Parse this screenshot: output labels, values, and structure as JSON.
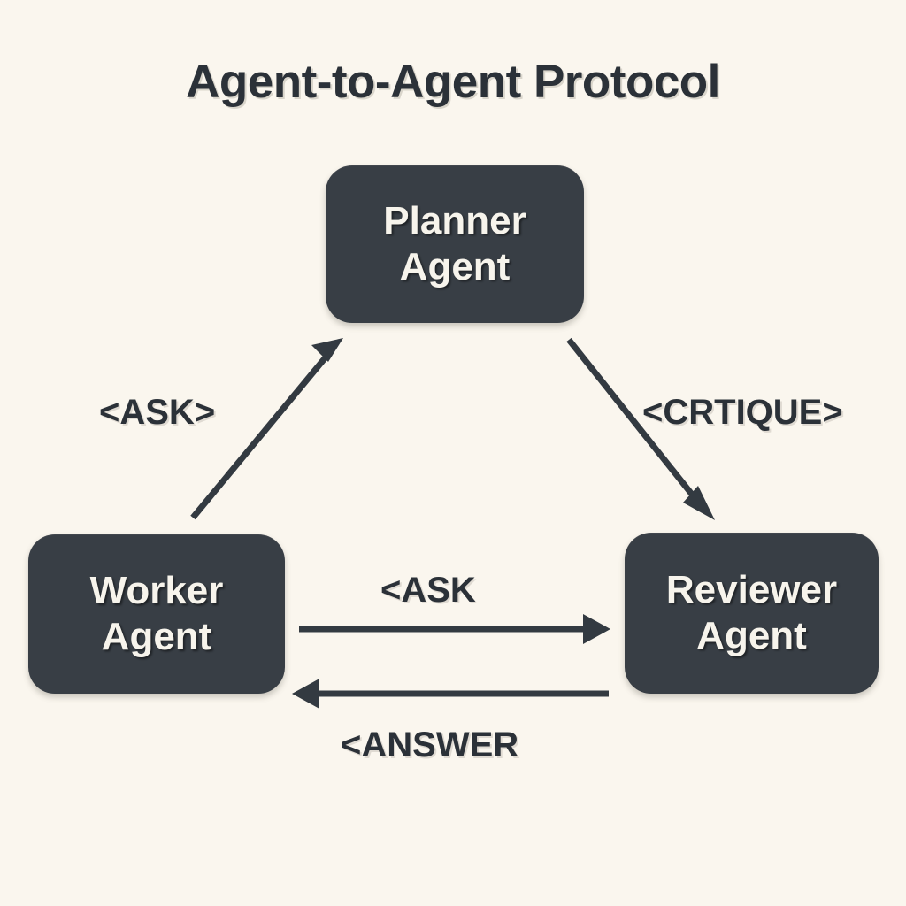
{
  "page": {
    "title": "Agent-to-Agent Protocol",
    "background_color": "#faf6ee",
    "node_fill_color": "#383e45",
    "node_text_color": "#f7f4ec",
    "ink_color": "#2b3138"
  },
  "nodes": [
    {
      "id": "planner",
      "line1": "Planner",
      "line2": "Agent"
    },
    {
      "id": "worker",
      "line1": "Worker",
      "line2": "Agent"
    },
    {
      "id": "reviewer",
      "line1": "Reviewer",
      "line2": "Agent"
    }
  ],
  "edges": [
    {
      "id": "worker-to-planner",
      "label": "<ASK>",
      "from": "Worker Agent",
      "to": "Planner Agent",
      "direction": "up-right"
    },
    {
      "id": "planner-to-reviewer",
      "label": "<CRTIQUE>",
      "from": "Planner Agent",
      "to": "Reviewer Agent",
      "direction": "down-right"
    },
    {
      "id": "worker-to-reviewer",
      "label": "<ASK",
      "from": "Worker Agent",
      "to": "Reviewer Agent",
      "direction": "right"
    },
    {
      "id": "reviewer-to-worker",
      "label": "<ANSWER",
      "from": "Reviewer Agent",
      "to": "Worker Agent",
      "direction": "left"
    }
  ]
}
